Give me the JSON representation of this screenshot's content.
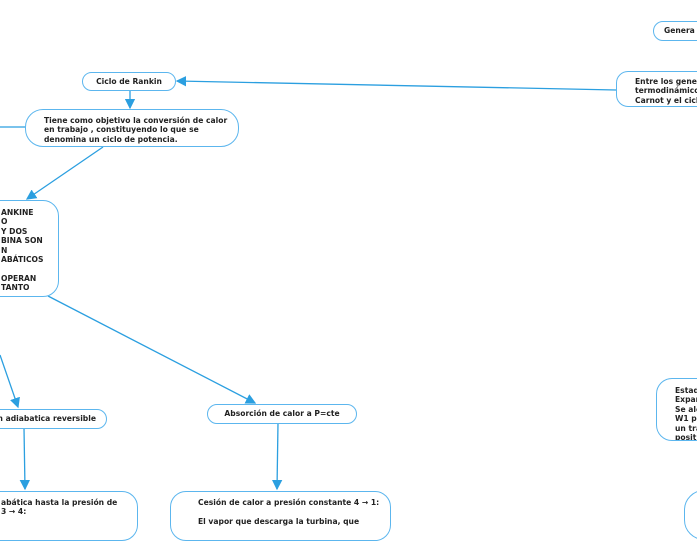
{
  "nodes": {
    "genera": "Genera",
    "entre": "Entre los genera\ntermodinámicos\nCarnot y el ciclo",
    "ciclo_rankin": "Ciclo de Rankin",
    "objetivo": "Tiene como objetivo la conversión de calor\nen trabajo , constituyendo lo que se\ndenomina un ciclo de potencia.",
    "rankine": "ANKINE\nO\nY DOS\nBINA SON\nN\nABÁTICOS\n\nOPERAN\nTANTO",
    "adiabatica": "n adiabatica reversible",
    "absorcion": "Absorción de calor a P=cte",
    "expansion": "abática hasta la presión de\n3 → 4:",
    "cesion": "Cesión de calor a presión constante 4 → 1:\n\nEl vapor que descarga la turbina, que",
    "estado": "Estad\nExpar\nSe alc\nW1 po\nun tra\npositi"
  },
  "colors": {
    "line": "#2b9fe0",
    "border": "#5cb6ee"
  }
}
